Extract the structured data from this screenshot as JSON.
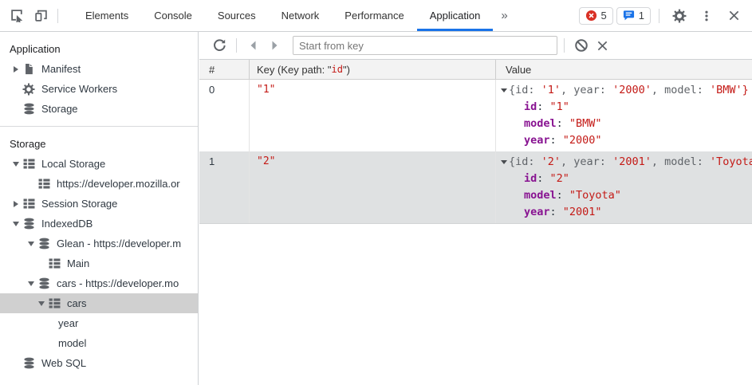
{
  "devtools": {
    "tabs": [
      "Elements",
      "Console",
      "Sources",
      "Network",
      "Performance",
      "Application"
    ],
    "selected_tab": "Application",
    "more_tabs_glyph": "»",
    "error_count": "5",
    "issue_count": "1"
  },
  "icons": {
    "top_left": [
      "inspect-icon",
      "device-toolbar-icon"
    ],
    "top_right": [
      "error-icon",
      "issues-icon",
      "settings-gear-icon",
      "kebab-menu-icon",
      "close-icon"
    ],
    "toolbar": [
      "refresh-icon",
      "back-arrow-icon",
      "forward-arrow-icon",
      "block-icon",
      "clear-icon"
    ],
    "tree": [
      "file-icon",
      "gear-icon",
      "database-icon",
      "table-icon",
      "chevron-down-icon",
      "chevron-right-icon"
    ]
  },
  "colors": {
    "accent_blue": "#1a73e8",
    "error_red": "#d93025",
    "string_red": "#c41a16",
    "property_purple": "#881391",
    "icon_gray": "#5f6368"
  },
  "sidebar": {
    "sections": [
      {
        "title": "Application",
        "items": [
          {
            "label": "Manifest"
          },
          {
            "label": "Service Workers"
          },
          {
            "label": "Storage"
          }
        ]
      },
      {
        "title": "Storage",
        "items": [
          {
            "label": "Local Storage"
          },
          {
            "label": "https://developer.mozilla.or"
          },
          {
            "label": "Session Storage"
          },
          {
            "label": "IndexedDB"
          },
          {
            "label": "Glean - https://developer.m"
          },
          {
            "label": "Main"
          },
          {
            "label": "cars - https://developer.mo"
          },
          {
            "label": "cars"
          },
          {
            "label": "year"
          },
          {
            "label": "model"
          },
          {
            "label": "Web SQL"
          }
        ]
      }
    ]
  },
  "main": {
    "toolbar": {
      "placeholder": "Start from key"
    },
    "table": {
      "header": {
        "num": "#",
        "key_prefix": "Key (Key path: \"",
        "key_path": "id",
        "key_suffix": "\")",
        "value": "Value"
      },
      "rows": [
        {
          "index": "0",
          "key": "\"1\"",
          "preview": {
            "p1": "{id: ",
            "v1": "'1'",
            "p2": ", year: ",
            "v2": "'2000'",
            "p3": ", model: ",
            "v3": "'BMW'}"
          },
          "props": [
            {
              "name": "id",
              "value": "\"1\""
            },
            {
              "name": "model",
              "value": "\"BMW\""
            },
            {
              "name": "year",
              "value": "\"2000\""
            }
          ]
        },
        {
          "index": "1",
          "key": "\"2\"",
          "preview": {
            "p1": "{id: ",
            "v1": "'2'",
            "p2": ", year: ",
            "v2": "'2001'",
            "p3": ", model: ",
            "v3": "'Toyota'}"
          },
          "props": [
            {
              "name": "id",
              "value": "\"2\""
            },
            {
              "name": "model",
              "value": "\"Toyota\""
            },
            {
              "name": "year",
              "value": "\"2001\""
            }
          ]
        }
      ]
    }
  }
}
